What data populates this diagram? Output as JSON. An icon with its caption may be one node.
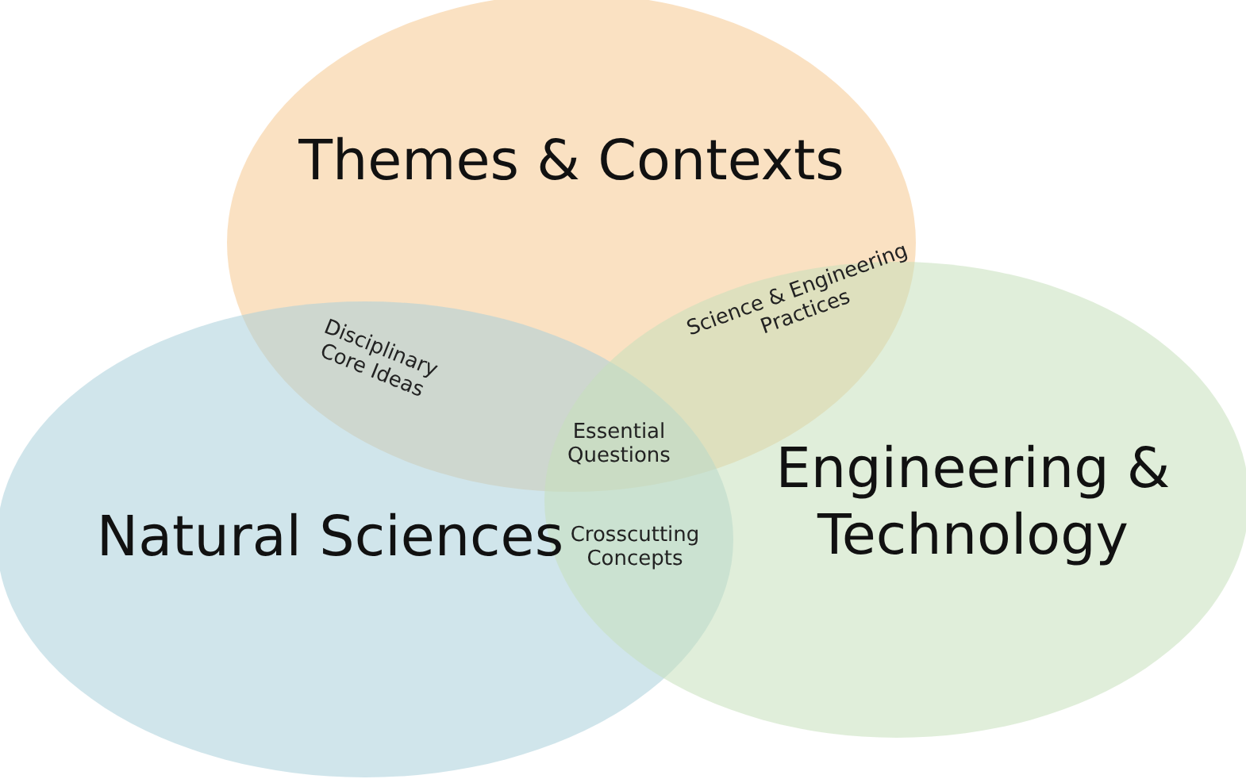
{
  "diagram": {
    "nodes": [
      {
        "text": [
          "Themes & Contexts"
        ]
      },
      {
        "text": [
          "Natural Sciences"
        ]
      },
      {
        "text": [
          "Engineering & Technology"
        ]
      }
    ],
    "labels": [
      "Disciplinary Core Ideas",
      "Science & Engineering Practices",
      "Essential Questions",
      "Crosscutting Concepts"
    ]
  }
}
